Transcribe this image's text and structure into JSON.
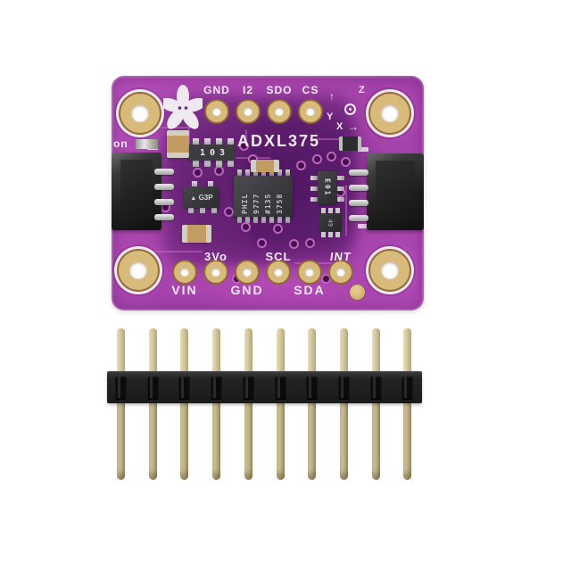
{
  "scene": {
    "description": "Product photo: purple ADXL375 accelerometer breakout PCB above a 10-pin male header strip",
    "background_color": "#ffffff"
  },
  "board": {
    "chip_label": "ADXL375",
    "power_label": "on",
    "top_pins": [
      "GND",
      "I2",
      "SDO",
      "CS"
    ],
    "bottom_pins_upper": [
      "3Vo",
      "SCL",
      "INT"
    ],
    "bottom_pins_lower": [
      "VIN",
      "GND",
      "SDA"
    ],
    "axis": {
      "z_label": "Z",
      "y_label": "Y",
      "x_label": "X",
      "up_arrow": "↑",
      "right_arrow": "→"
    },
    "components": {
      "resistor_network_marking": "103",
      "regulator_logo": "▲",
      "regulator_marking": "G3P",
      "ic_marking_columns": [
        "PHIL",
        "9777",
        "#135",
        "3758"
      ],
      "level_shifter_marking": "E01",
      "small_ic_marking": "49"
    },
    "mounting_hole_count": 4,
    "colors": {
      "pcb_magenta": "#a944af",
      "pcb_dark": "#4d1060",
      "silkscreen": "#f2ebf3",
      "pad_gold": "#d8bb7b",
      "connector_black": "#1d1d1d",
      "ic_body": "#3a3a3e",
      "capacitor_tan": "#c39c63",
      "header_pin_gold": "#d4c8a1",
      "header_housing": "#1f1f1f"
    }
  },
  "header_strip": {
    "pin_count": 10
  }
}
